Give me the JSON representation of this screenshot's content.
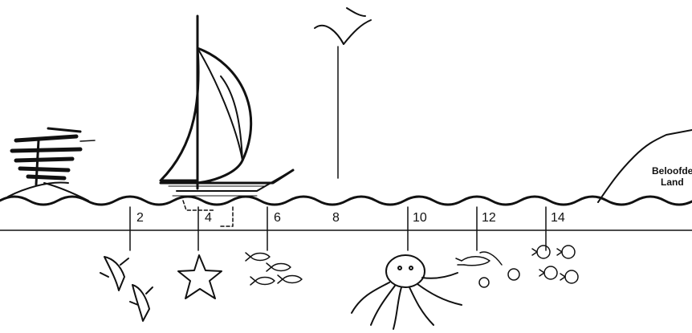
{
  "scale": {
    "ticks": [
      "2",
      "4",
      "6",
      "8",
      "10",
      "12",
      "14"
    ]
  },
  "landmark": {
    "line1": "Beloofde",
    "line2": "Land"
  },
  "colors": {
    "ink": "#111111",
    "background": "#ffffff"
  }
}
